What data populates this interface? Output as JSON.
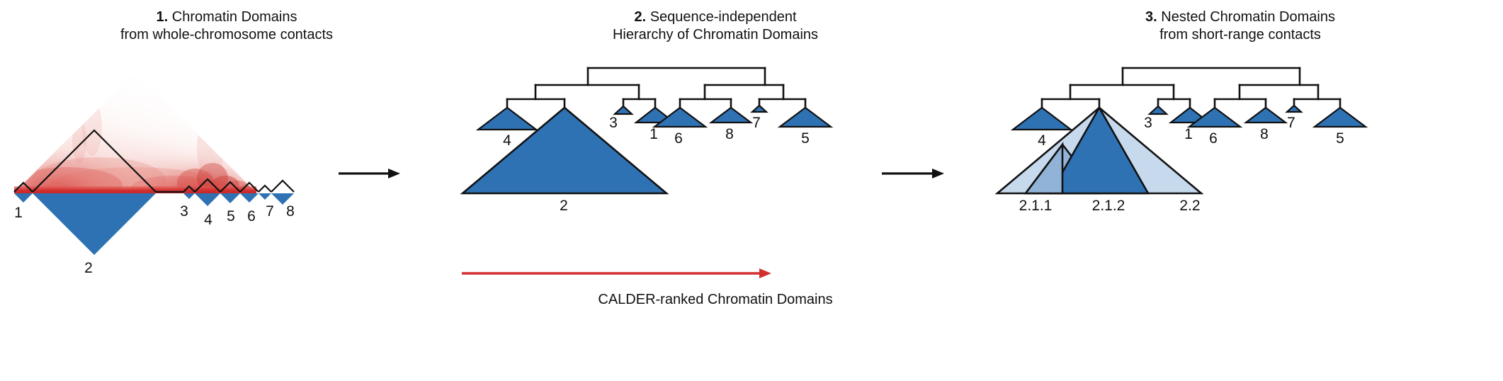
{
  "figure": {
    "background": "#ffffff",
    "colors": {
      "domain_blue": "#2f72b4",
      "domain_blue_mid": "#91b3d7",
      "domain_blue_light": "#c7d9ec",
      "heatmap_red": "#d32f2f",
      "outline_black": "#111111",
      "calder_arrow_red": "#d32f2f"
    }
  },
  "panels": [
    {
      "id": "panel-1",
      "number": "1.",
      "title_line1": "Chromatin Domains",
      "title_line2": "from whole-chromosome contacts",
      "type": "hic-contact-map-with-domains",
      "domain_labels": [
        "1",
        "2",
        "3",
        "4",
        "5",
        "6",
        "7",
        "8"
      ]
    },
    {
      "id": "panel-2",
      "number": "2.",
      "title_line1": "Sequence-independent",
      "title_line2": "Hierarchy of Chromatin Domains",
      "type": "dendrogram-with-domain-triangles",
      "leaf_labels": [
        "4",
        "2",
        "3",
        "1",
        "6",
        "8",
        "7",
        "5"
      ]
    },
    {
      "id": "panel-3",
      "number": "3.",
      "title_line1": "Nested Chromatin Domains",
      "title_line2": "from short-range contacts",
      "type": "dendrogram-with-nested-domain-triangles",
      "leaf_labels": [
        "4",
        "3",
        "1",
        "6",
        "8",
        "7",
        "5"
      ],
      "nested_labels": [
        "2.1.1",
        "2.1.2",
        "2.2"
      ]
    }
  ],
  "arrows": [
    {
      "name": "step-arrow-1-to-2",
      "direction": "right",
      "color": "#111111"
    },
    {
      "name": "step-arrow-2-to-3",
      "direction": "right",
      "color": "#111111"
    }
  ],
  "calder": {
    "caption": "CALDER-ranked Chromatin Domains",
    "arrow_color": "#d32f2f",
    "arrow_direction": "right"
  }
}
